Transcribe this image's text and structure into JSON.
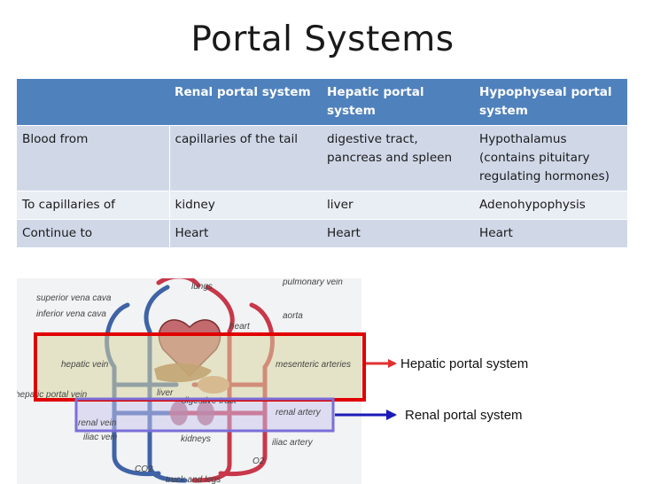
{
  "title": "Portal Systems",
  "table": {
    "headers": [
      "",
      "Renal portal system",
      "Hepatic portal system",
      "Hypophyseal portal system"
    ],
    "rows": [
      [
        "Blood from",
        "capillaries of the tail",
        "digestive tract, pancreas and spleen",
        "Hypothalamus (contains pituitary regulating hormones)"
      ],
      [
        "To capillaries of",
        "kidney",
        "liver",
        "Adenohypophysis"
      ],
      [
        "Continue to",
        "Heart",
        "Heart",
        "Heart"
      ]
    ]
  },
  "diagram_labels": {
    "superior_vena_cava": "superior vena cava",
    "inferior_vena_cava": "inferior vena cava",
    "lungs": "lungs",
    "pulmonary_vein": "pulmonary vein",
    "aorta": "aorta",
    "heart": "heart",
    "hepatic_vein": "hepatic vein",
    "mesenteric_arteries": "mesenteric arteries",
    "hepatic_portal_vein": "hepatic portal vein",
    "liver": "liver",
    "digestive_tract": "digestive tract",
    "renal_artery": "renal artery",
    "renal_vein": "renal vein",
    "iliac_vein": "iliac vein",
    "kidneys": "kidneys",
    "iliac_artery": "iliac artery",
    "co2": "CO2",
    "o2": "O2",
    "trunk_and_legs": "truck and legs"
  },
  "callouts": {
    "hepatic": "Hepatic portal system",
    "renal": "Renal portal system"
  },
  "colors": {
    "header_bg": "#4f81bd",
    "row_dark": "#d0d8e8",
    "row_light": "#e9edf4",
    "hepatic_box": "#e00000",
    "renal_box": "#7a6fd8",
    "hepatic_arrow": "#e23030",
    "renal_arrow": "#1a1ab8"
  }
}
